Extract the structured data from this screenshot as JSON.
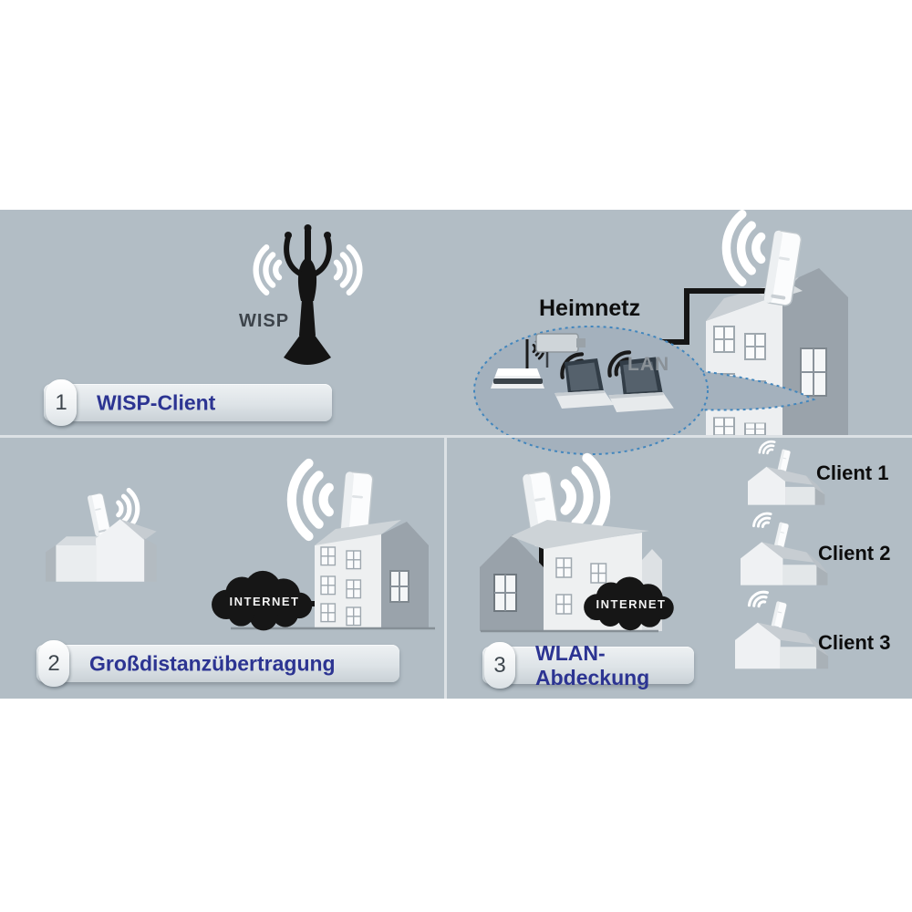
{
  "diagram": {
    "sections": [
      {
        "number": "1",
        "title": "WISP-Client"
      },
      {
        "number": "2",
        "title": "Großdistanzübertragung"
      },
      {
        "number": "3",
        "title": "WLAN-Abdeckung"
      }
    ],
    "labels": {
      "wisp": "WISP",
      "heimnetz": "Heimnetz",
      "lan": "LAN",
      "internet": "INTERNET",
      "client1": "Client 1",
      "client2": "Client 2",
      "client3": "Client 3"
    },
    "colors": {
      "canvas_band": "#ffffff",
      "diagram_background": "#b2bdc5",
      "panel_divider": "#dce1e5",
      "section_title_text": "#2c3492",
      "black_graphics": "#161616",
      "label_dark": "#111111",
      "label_gray": "#8a9197",
      "wave_white": "#ffffff",
      "network_ellipse_border": "#4286bd"
    }
  }
}
